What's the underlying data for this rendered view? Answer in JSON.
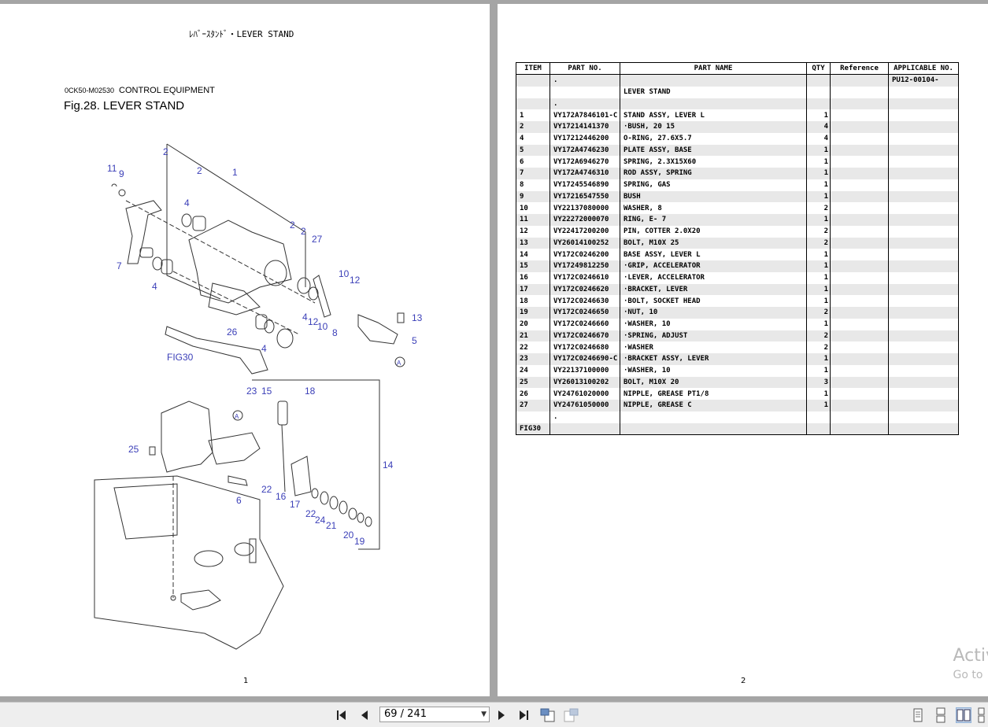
{
  "left_page": {
    "header_title": "ﾚﾊﾞｰｽﾀﾝﾄﾞ・LEVER STAND",
    "section_code": "0CK50-M02530",
    "section_name": "CONTROL EQUIPMENT",
    "figure_title": "Fig.28.  LEVER STAND",
    "page_number": "1",
    "callouts": [
      "11",
      "9",
      "2",
      "2",
      "1",
      "4",
      "7",
      "4",
      "2",
      "2",
      "27",
      "10",
      "12",
      "4",
      "12",
      "10",
      "8",
      "13",
      "5",
      "26",
      "4",
      "FIG30",
      "A",
      "23",
      "15",
      "18",
      "A",
      "25",
      "14",
      "6",
      "22",
      "16",
      "17",
      "22",
      "24",
      "21",
      "20",
      "19"
    ]
  },
  "right_page": {
    "page_number": "2",
    "table": {
      "headers": [
        "ITEM",
        "PART NO.",
        "PART NAME",
        "QTY",
        "Reference",
        "APPLICABLE NO."
      ],
      "rows": [
        [
          "",
          ".",
          "",
          "",
          "",
          "PU12-00104-"
        ],
        [
          "",
          "",
          "LEVER STAND",
          "",
          "",
          ""
        ],
        [
          "",
          ".",
          "",
          "",
          "",
          ""
        ],
        [
          "1",
          "VY172A7846101-C",
          "STAND ASSY, LEVER L",
          "1",
          "",
          ""
        ],
        [
          "2",
          "VY17214141370",
          "·BUSH, 20 15",
          "4",
          "",
          ""
        ],
        [
          "4",
          "VY17212446200",
          "O-RING, 27.6X5.7",
          "4",
          "",
          ""
        ],
        [
          "5",
          "VY172A4746230",
          "PLATE ASSY, BASE",
          "1",
          "",
          ""
        ],
        [
          "6",
          "VY172A6946270",
          "SPRING, 2.3X15X60",
          "1",
          "",
          ""
        ],
        [
          "7",
          "VY172A4746310",
          "ROD ASSY, SPRING",
          "1",
          "",
          ""
        ],
        [
          "8",
          "VY17245546890",
          "SPRING, GAS",
          "1",
          "",
          ""
        ],
        [
          "9",
          "VY17216547550",
          "BUSH",
          "1",
          "",
          ""
        ],
        [
          "10",
          "VY22137080000",
          "WASHER, 8",
          "2",
          "",
          ""
        ],
        [
          "11",
          "VY22272000070",
          "RING, E- 7",
          "1",
          "",
          ""
        ],
        [
          "12",
          "VY22417200200",
          "PIN, COTTER 2.0X20",
          "2",
          "",
          ""
        ],
        [
          "13",
          "VY26014100252",
          "BOLT, M10X 25",
          "2",
          "",
          ""
        ],
        [
          "14",
          "VY172C0246200",
          "BASE ASSY, LEVER L",
          "1",
          "",
          ""
        ],
        [
          "15",
          "VY17249812250",
          "·GRIP, ACCELERATOR",
          "1",
          "",
          ""
        ],
        [
          "16",
          "VY172C0246610",
          "·LEVER, ACCELERATOR",
          "1",
          "",
          ""
        ],
        [
          "17",
          "VY172C0246620",
          "·BRACKET, LEVER",
          "1",
          "",
          ""
        ],
        [
          "18",
          "VY172C0246630",
          "·BOLT, SOCKET HEAD",
          "1",
          "",
          ""
        ],
        [
          "19",
          "VY172C0246650",
          "·NUT, 10",
          "2",
          "",
          ""
        ],
        [
          "20",
          "VY172C0246660",
          "·WASHER, 10",
          "1",
          "",
          ""
        ],
        [
          "21",
          "VY172C0246670",
          "·SPRING, ADJUST",
          "2",
          "",
          ""
        ],
        [
          "22",
          "VY172C0246680",
          "·WASHER",
          "2",
          "",
          ""
        ],
        [
          "23",
          "VY172C0246690-C",
          "·BRACKET ASSY, LEVER",
          "1",
          "",
          ""
        ],
        [
          "24",
          "VY22137100000",
          "·WASHER, 10",
          "1",
          "",
          ""
        ],
        [
          "25",
          "VY26013100202",
          "BOLT, M10X 20",
          "3",
          "",
          ""
        ],
        [
          "26",
          "VY24761020000",
          "NIPPLE, GREASE PT1/8",
          "1",
          "",
          ""
        ],
        [
          "27",
          "VY24761050000",
          "NIPPLE, GREASE C",
          "1",
          "",
          ""
        ],
        [
          "",
          ".",
          "",
          "",
          "",
          ""
        ],
        [
          "FIG30",
          "",
          "",
          "",
          "",
          ""
        ]
      ]
    }
  },
  "watermark": {
    "line1": "Activ",
    "line2": "Go to"
  },
  "toolbar": {
    "page_indicator": "69 / 241",
    "icons": [
      "first-page-icon",
      "prev-page-icon",
      "next-page-icon",
      "last-page-icon",
      "prev-view-icon",
      "next-view-icon",
      "single-page-icon",
      "continuous-icon",
      "two-page-icon",
      "two-page-continuous-icon"
    ]
  },
  "colors": {
    "callout": "#3b3fb8",
    "background": "#a5a5a5",
    "toolbar": "#eeeeee"
  }
}
